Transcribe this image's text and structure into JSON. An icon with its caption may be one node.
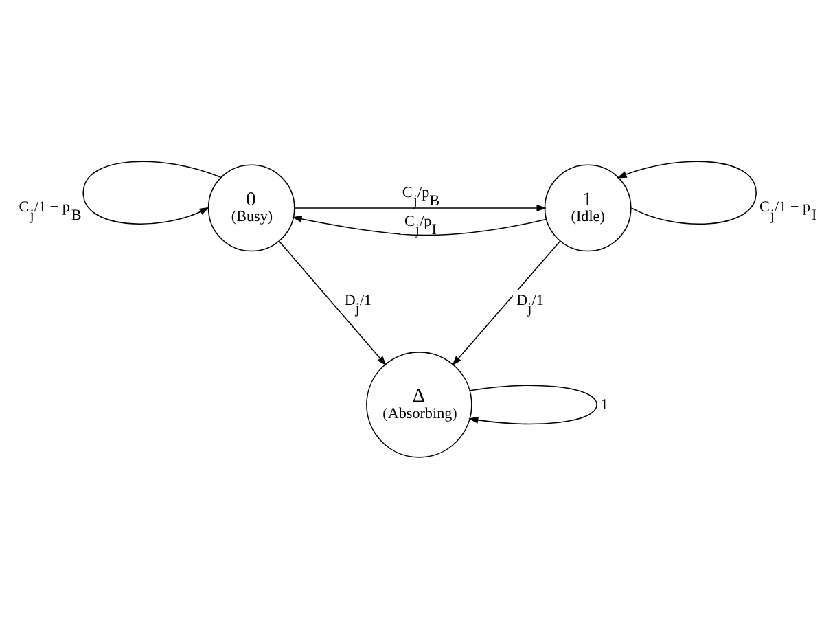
{
  "diagram": {
    "nodes": [
      {
        "text": [
          "0",
          "(Busy)"
        ]
      },
      {
        "text": [
          "1",
          "(Idle)"
        ]
      },
      {
        "text": [
          "Δ",
          "(Absorbing)"
        ]
      }
    ],
    "edges": [
      {
        "from": 0,
        "to": 1,
        "arrow": "to",
        "label": "C$_{j}$/p$_{B}$"
      },
      {
        "from": 0,
        "to": 0,
        "arrow": "to",
        "label": "C$_{j}$/1 − p$_{B}$"
      },
      {
        "from": 1,
        "to": 1,
        "arrow": "to",
        "label": "C$_{j}$/1 − p$_{I}$"
      },
      {
        "from": 1,
        "to": 0,
        "arrow": "to",
        "label": "C$_{j}$/p$_{I}$"
      },
      {
        "from": 0,
        "to": 2,
        "arrow": "to",
        "label": "D$_{j}$/1"
      },
      {
        "from": 1,
        "to": 2,
        "arrow": "to",
        "label": "D$_{j}$/1"
      },
      {
        "from": 2,
        "to": 2,
        "arrow": "to",
        "label": "1"
      }
    ]
  }
}
